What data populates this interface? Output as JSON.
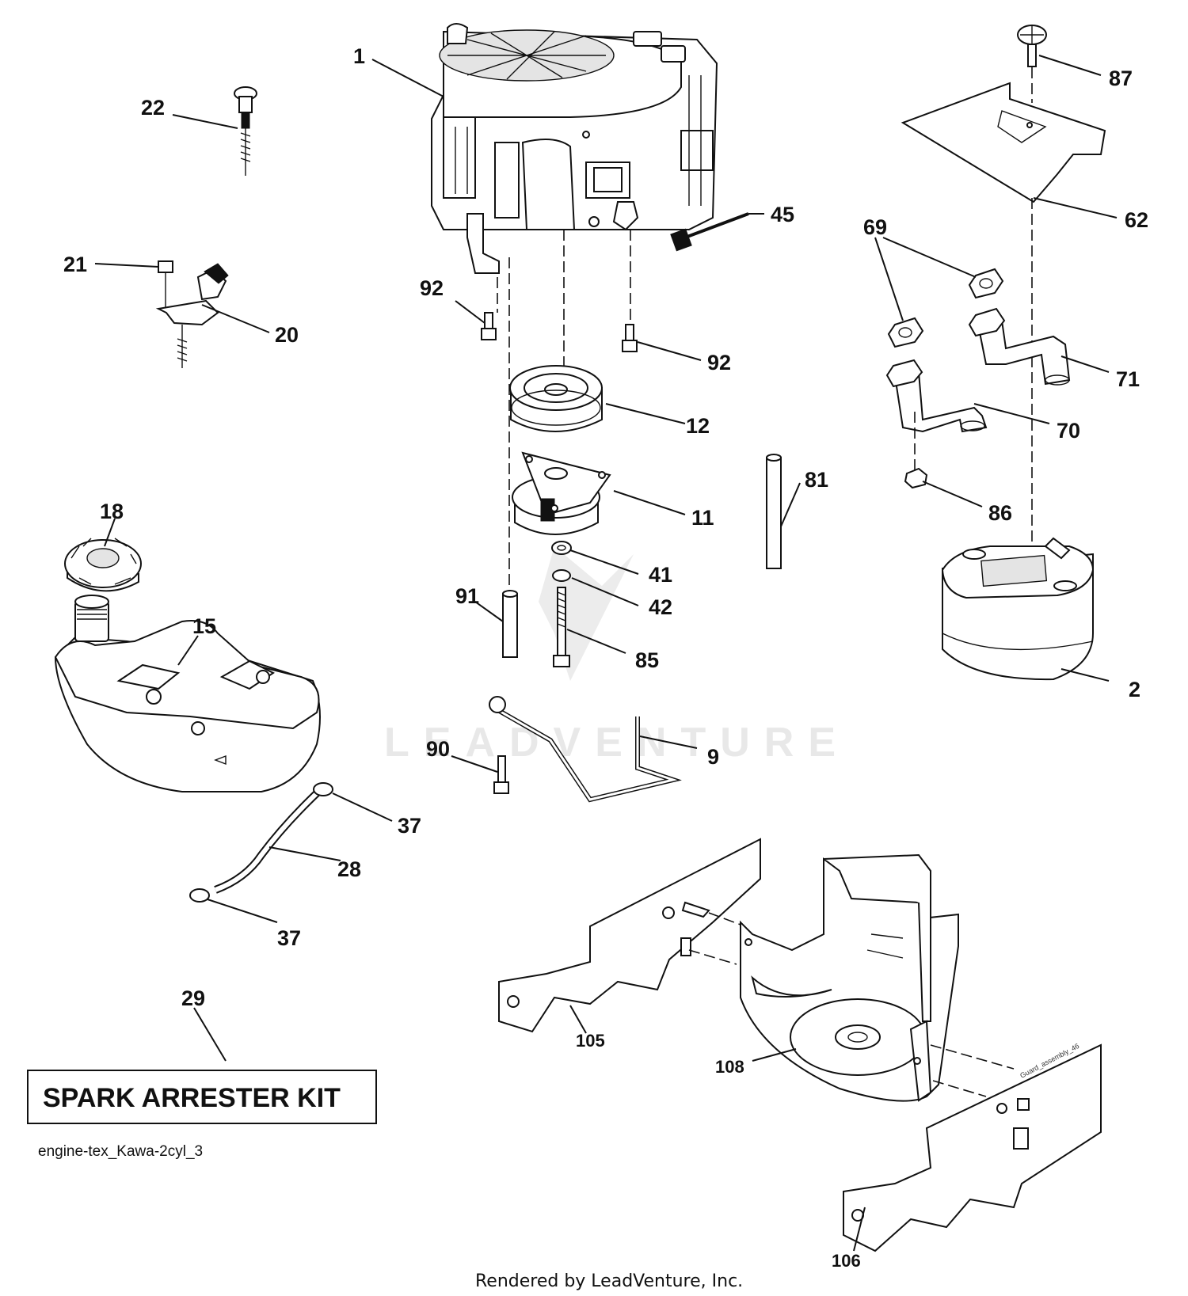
{
  "diagram": {
    "kit_label": "SPARK ARRESTER KIT",
    "reference_code": "engine-tex_Kawa-2cyl_3",
    "footer": "Rendered by LeadVenture, Inc.",
    "watermark": "LEADVENTURE",
    "guard_stamp": "Guard_assembly_46",
    "callouts": {
      "c1": "1",
      "c2": "2",
      "c9": "9",
      "c11": "11",
      "c12": "12",
      "c15": "15",
      "c18": "18",
      "c20": "20",
      "c21": "21",
      "c22": "22",
      "c28": "28",
      "c29": "29",
      "c37a": "37",
      "c37b": "37",
      "c41": "41",
      "c42": "42",
      "c45": "45",
      "c62": "62",
      "c69": "69",
      "c70": "70",
      "c71": "71",
      "c81": "81",
      "c85": "85",
      "c86": "86",
      "c87": "87",
      "c90": "90",
      "c91": "91",
      "c92a": "92",
      "c92b": "92",
      "c105": "105",
      "c106": "106",
      "c108": "108"
    }
  }
}
